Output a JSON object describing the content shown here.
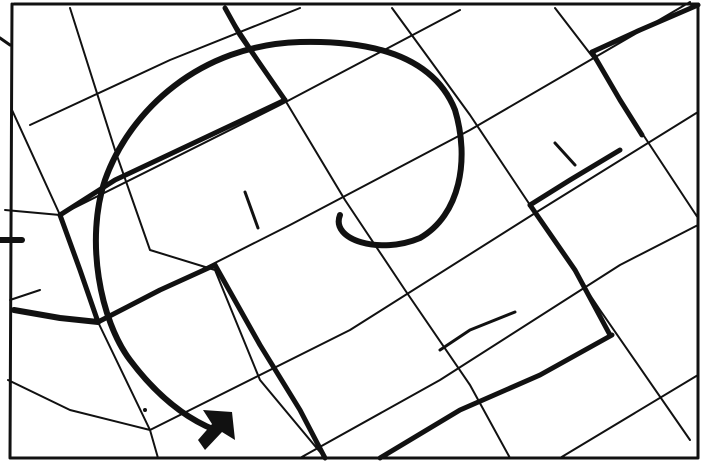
{
  "drawing": {
    "kind": "hand-drawn ink sketch",
    "colors": {
      "ink": "#111111",
      "paper": "#ffffff"
    },
    "elements": [
      "frame-border",
      "skewed-grid",
      "spiral-arrow",
      "accent-ticks"
    ]
  }
}
